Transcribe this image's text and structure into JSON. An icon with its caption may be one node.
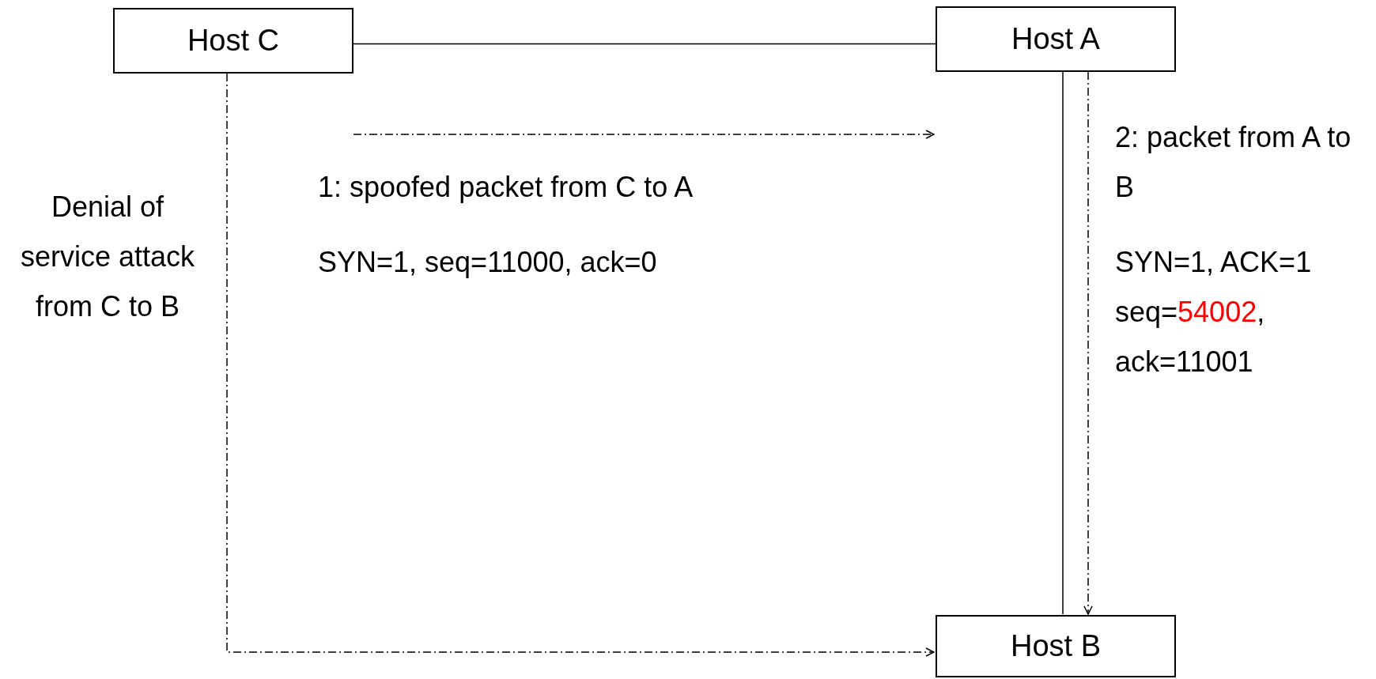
{
  "diagram": {
    "nodes": [
      {
        "text": [
          "Host C"
        ]
      },
      {
        "text": [
          "Host A"
        ]
      },
      {
        "text": [
          "Host B"
        ]
      }
    ],
    "edges": [
      {
        "from": 0,
        "to": 1,
        "arrow": "none"
      },
      {
        "from": 1,
        "to": 2,
        "arrow": "none"
      },
      {
        "from": 1,
        "to": 2,
        "arrow": "to",
        "style": "dashed"
      },
      {
        "from": 0,
        "to": 2,
        "arrow": "to",
        "style": "dashed"
      }
    ],
    "labels": [
      "1: spoofed packet from C to A",
      "2: packet from A to B",
      "Denial of service attack from C to B",
      "SYN=1, seq=11000, ack=0",
      "SYN=1, ACK=1",
      "seq=54002,",
      "ack=11001"
    ]
  }
}
